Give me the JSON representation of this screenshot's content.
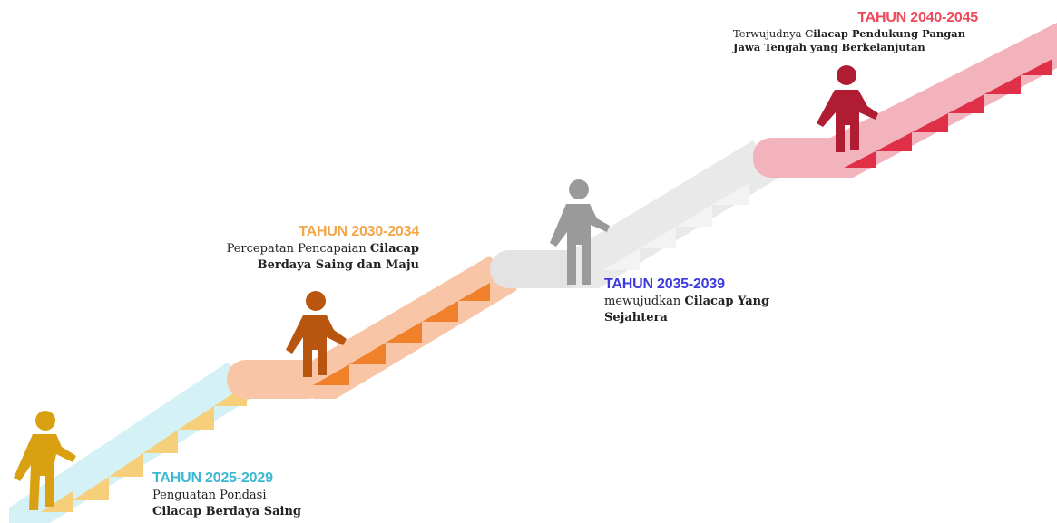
{
  "stages": [
    {
      "year": "TAHUN 2025-2029",
      "color": "#3cb8d3",
      "line1_a": "Penguatan Pondasi",
      "line1_b": "",
      "line2": "Cilacap Berdaya Saing"
    },
    {
      "year": "TAHUN 2030-2034",
      "color": "#f3a54a",
      "line1_a": "Percepatan Pencapaian ",
      "line1_b": "Cilacap",
      "line2": "Berdaya Saing dan  Maju"
    },
    {
      "year": "TAHUN 2035-2039",
      "color": "#3a3ae0",
      "line1_a": "mewujudkan ",
      "line1_b": "Cilacap Yang",
      "line2": "Sejahtera"
    },
    {
      "year": "TAHUN 2040-2045",
      "color": "#ee4a5a",
      "line1_a": "Terwujudnya ",
      "line1_b": "Cilacap Pendukung Pangan",
      "line2": "Jawa Tengah yang Berkelanjutan"
    }
  ],
  "icons": [
    "walking-person-icon",
    "staircase-icon"
  ]
}
